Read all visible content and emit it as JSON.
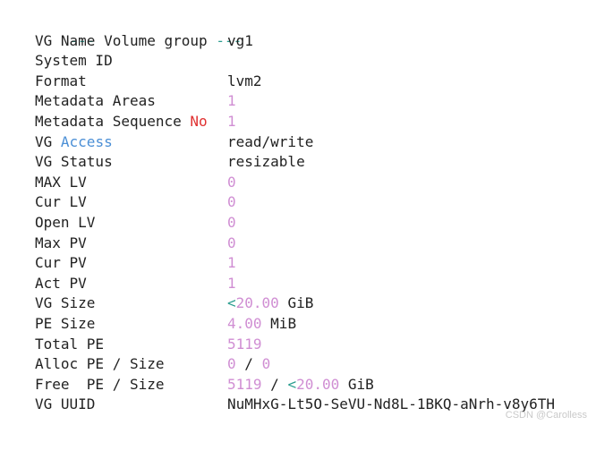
{
  "header": {
    "dashes_left": "---",
    "title": "Volume group",
    "dashes_right": "---"
  },
  "rows": [
    {
      "key": "VG Name",
      "value": "vg1"
    },
    {
      "key": "System ID",
      "value": ""
    },
    {
      "key": "Format",
      "value": "lvm2"
    },
    {
      "key": "Metadata Areas",
      "value": "1"
    },
    {
      "key_a": "Metadata Sequence",
      "key_b": "No",
      "value": "1"
    },
    {
      "key_a": "VG",
      "key_b": "Access",
      "value": "read/write"
    },
    {
      "key": "VG Status",
      "value": "resizable"
    },
    {
      "key": "MAX LV",
      "value": "0"
    },
    {
      "key": "Cur LV",
      "value": "0"
    },
    {
      "key": "Open LV",
      "value": "0"
    },
    {
      "key": "Max PV",
      "value": "0"
    },
    {
      "key": "Cur PV",
      "value": "1"
    },
    {
      "key": "Act PV",
      "value": "1"
    },
    {
      "key": "VG Size",
      "lt": "<",
      "num": "20.00",
      "unit": "GiB"
    },
    {
      "key": "PE Size",
      "num": "4.00",
      "unit": "MiB"
    },
    {
      "key": "Total PE",
      "value": "5119"
    },
    {
      "key": "Alloc PE / Size",
      "a": "0",
      "slash": "/",
      "b": "0"
    },
    {
      "key": "Free  PE / Size",
      "a": "5119",
      "slash": "/",
      "lt": "<",
      "num": "20.00",
      "unit": "GiB"
    },
    {
      "key": "VG UUID",
      "value": "NuMHxG-Lt5O-SeVU-Nd8L-1BKQ-aNrh-v8y6TH"
    }
  ],
  "watermark": "CSDN @Carolless",
  "colors": {
    "number": "#d08ed3",
    "keyword_red": "#e03131",
    "keyword_blue": "#4b8fd6",
    "operator_green": "#2a9d8f",
    "text": "#222222"
  }
}
